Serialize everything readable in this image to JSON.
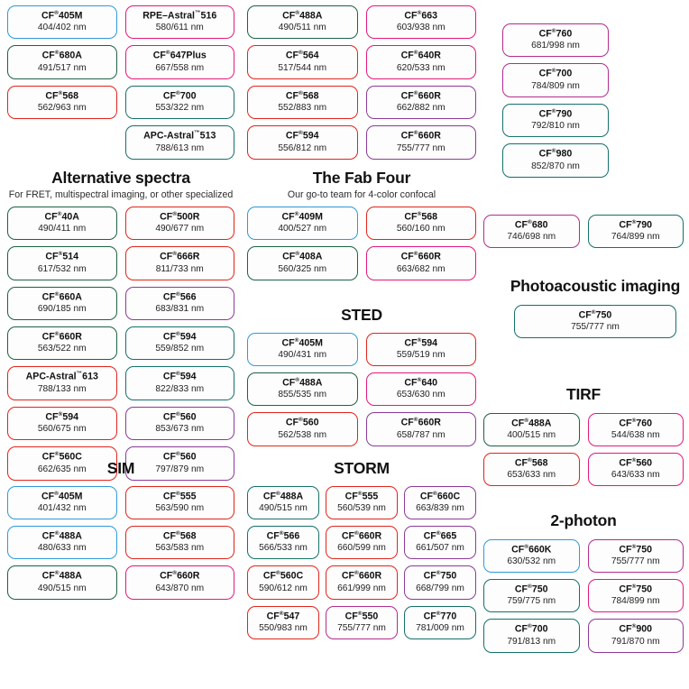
{
  "meta": {
    "registered_mark": "®",
    "unit_suffix": "nm"
  },
  "colors": {
    "blue": "#2f9ad8",
    "green": "#1d6243",
    "teal": "#15706b",
    "red": "#e0251b",
    "pink": "#e4187b",
    "purple": "#8c3a97",
    "magenta": "#b32c8e",
    "text": "#111111",
    "background": "#ffffff"
  },
  "sections": [
    {
      "id": "top-left",
      "title": "",
      "subtitle": "",
      "columns": 2,
      "items": [
        {
          "name": "CF®405M",
          "spectra": "404/402 nm",
          "color": "blue"
        },
        {
          "name": "RPE–Astral™516",
          "spectra": "580/611 nm",
          "color": "pink"
        },
        {
          "name": "CF®680A",
          "spectra": "491/517 nm",
          "color": "green"
        },
        {
          "name": "CF®647Plus",
          "spectra": "667/558 nm",
          "color": "pink"
        },
        {
          "name": "CF®568",
          "spectra": "562/963 nm",
          "color": "red"
        },
        {
          "name": "CF®700",
          "spectra": "553/322 nm",
          "color": "teal"
        },
        {
          "name": "",
          "spectra": "",
          "color": "none"
        },
        {
          "name": "APC-Astral™513",
          "spectra": "788/613 nm",
          "color": "teal"
        }
      ]
    },
    {
      "id": "top-middle",
      "title": "",
      "subtitle": "",
      "columns": 2,
      "items": [
        {
          "name": "CF®488A",
          "spectra": "490/511 nm",
          "color": "green"
        },
        {
          "name": "CF®663",
          "spectra": "603/938 nm",
          "color": "pink"
        },
        {
          "name": "CF®564",
          "spectra": "517/544 nm",
          "color": "red"
        },
        {
          "name": "CF®640R",
          "spectra": "620/533 nm",
          "color": "pink"
        },
        {
          "name": "CF®568",
          "spectra": "552/883 nm",
          "color": "red"
        },
        {
          "name": "CF®660R",
          "spectra": "662/882 nm",
          "color": "purple"
        },
        {
          "name": "CF®594",
          "spectra": "556/812 nm",
          "color": "red"
        },
        {
          "name": "CF®660R",
          "spectra": "755/777 nm",
          "color": "purple"
        }
      ]
    },
    {
      "id": "top-right",
      "title": "",
      "subtitle": "",
      "columns": 1,
      "items": [
        {
          "name": "CF®760",
          "spectra": "681/998 nm",
          "color": "magenta"
        },
        {
          "name": "CF®700",
          "spectra": "784/809 nm",
          "color": "magenta"
        },
        {
          "name": "CF®790",
          "spectra": "792/810 nm",
          "color": "teal"
        },
        {
          "name": "CF®980",
          "spectra": "852/870 nm",
          "color": "teal"
        }
      ]
    },
    {
      "id": "alternative-spectra",
      "title": "Alternative spectra",
      "subtitle": "For FRET, multispectral imaging, or other specialized",
      "columns": 2,
      "items": [
        {
          "name": "CF®40A",
          "spectra": "490/411 nm",
          "color": "green"
        },
        {
          "name": "CF®500R",
          "spectra": "490/677 nm",
          "color": "red"
        },
        {
          "name": "CF®514",
          "spectra": "617/532 nm",
          "color": "green"
        },
        {
          "name": "CF®666R",
          "spectra": "811/733 nm",
          "color": "red"
        },
        {
          "name": "CF®660A",
          "spectra": "690/185 nm",
          "color": "green"
        },
        {
          "name": "CF®566",
          "spectra": "683/831 nm",
          "color": "purple"
        },
        {
          "name": "CF®660R",
          "spectra": "563/522 nm",
          "color": "green"
        },
        {
          "name": "CF®594",
          "spectra": "559/852 nm",
          "color": "teal"
        },
        {
          "name": "APC-Astral™613",
          "spectra": "788/133 nm",
          "color": "red"
        },
        {
          "name": "CF®594",
          "spectra": "822/833 nm",
          "color": "teal"
        },
        {
          "name": "CF®594",
          "spectra": "560/675 nm",
          "color": "red"
        },
        {
          "name": "CF®560",
          "spectra": "853/673 nm",
          "color": "purple"
        },
        {
          "name": "CF®560C",
          "spectra": "662/635 nm",
          "color": "red"
        },
        {
          "name": "CF®560",
          "spectra": "797/879 nm",
          "color": "purple"
        }
      ]
    },
    {
      "id": "the-fab-four",
      "title": "The Fab Four",
      "subtitle": "Our go-to team for 4-color confocal",
      "columns": 2,
      "items": [
        {
          "name": "CF®409M",
          "spectra": "400/527 nm",
          "color": "blue"
        },
        {
          "name": "CF®568",
          "spectra": "560/160 nm",
          "color": "red"
        },
        {
          "name": "CF®408A",
          "spectra": "560/325 nm",
          "color": "green"
        },
        {
          "name": "CF®660R",
          "spectra": "663/682 nm",
          "color": "pink"
        }
      ]
    },
    {
      "id": "sted",
      "title": "STED",
      "subtitle": "",
      "columns": 2,
      "items": [
        {
          "name": "CF®405M",
          "spectra": "490/431 nm",
          "color": "blue"
        },
        {
          "name": "CF®594",
          "spectra": "559/519 nm",
          "color": "red"
        },
        {
          "name": "CF®488A",
          "spectra": "855/535 nm",
          "color": "green"
        },
        {
          "name": "CF®640",
          "spectra": "653/630 nm",
          "color": "pink"
        },
        {
          "name": "CF®560",
          "spectra": "562/538 nm",
          "color": "red"
        },
        {
          "name": "CF®660R",
          "spectra": "658/787 nm",
          "color": "purple"
        }
      ]
    },
    {
      "id": "sim",
      "title": "SIM",
      "subtitle": "",
      "columns": 2,
      "items": [
        {
          "name": "CF®405M",
          "spectra": "401/432 nm",
          "color": "blue"
        },
        {
          "name": "CF®555",
          "spectra": "563/590 nm",
          "color": "red"
        },
        {
          "name": "CF®488A",
          "spectra": "480/633 nm",
          "color": "blue"
        },
        {
          "name": "CF®568",
          "spectra": "563/583 nm",
          "color": "red"
        },
        {
          "name": "CF®488A",
          "spectra": "490/515 nm",
          "color": "green"
        },
        {
          "name": "CF®660R",
          "spectra": "643/870 nm",
          "color": "pink"
        }
      ]
    },
    {
      "id": "storm",
      "title": "STORM",
      "subtitle": "",
      "columns": 3,
      "items": [
        {
          "name": "CF®488A",
          "spectra": "490/515 nm",
          "color": "teal"
        },
        {
          "name": "CF®555",
          "spectra": "560/539 nm",
          "color": "red"
        },
        {
          "name": "CF®660C",
          "spectra": "663/839 nm",
          "color": "purple"
        },
        {
          "name": "CF®566",
          "spectra": "566/533 nm",
          "color": "teal"
        },
        {
          "name": "CF®660R",
          "spectra": "660/599 nm",
          "color": "red"
        },
        {
          "name": "CF®665",
          "spectra": "661/507 nm",
          "color": "purple"
        },
        {
          "name": "CF®560C",
          "spectra": "590/612 nm",
          "color": "red"
        },
        {
          "name": "CF®660R",
          "spectra": "661/999 nm",
          "color": "red"
        },
        {
          "name": "CF®750",
          "spectra": "668/799 nm",
          "color": "purple"
        },
        {
          "name": "CF®547",
          "spectra": "550/983 nm",
          "color": "red"
        },
        {
          "name": "CF®550",
          "spectra": "755/777 nm",
          "color": "magenta"
        },
        {
          "name": "CF®770",
          "spectra": "781/009 nm",
          "color": "teal"
        }
      ]
    },
    {
      "id": "right-pair",
      "title": "",
      "subtitle": "",
      "columns": 2,
      "items": [
        {
          "name": "CF®680",
          "spectra": "746/698 nm",
          "color": "magenta"
        },
        {
          "name": "CF®790",
          "spectra": "764/899 nm",
          "color": "teal"
        }
      ]
    },
    {
      "id": "photoacoustic-imaging",
      "title": "Photoacoustic imaging",
      "subtitle": "",
      "columns": 1,
      "items": [
        {
          "name": "CF®750",
          "spectra": "755/777 nm",
          "color": "teal"
        }
      ]
    },
    {
      "id": "tirf",
      "title": "TIRF",
      "subtitle": "",
      "columns": 2,
      "items": [
        {
          "name": "CF®488A",
          "spectra": "400/515 nm",
          "color": "green"
        },
        {
          "name": "CF®760",
          "spectra": "544/638 nm",
          "color": "pink"
        },
        {
          "name": "CF®568",
          "spectra": "653/633 nm",
          "color": "red"
        },
        {
          "name": "CF®560",
          "spectra": "643/633 nm",
          "color": "pink"
        }
      ]
    },
    {
      "id": "two-photon",
      "title": "2-photon",
      "subtitle": "",
      "columns": 2,
      "items": [
        {
          "name": "CF®660K",
          "spectra": "630/532 nm",
          "color": "blue"
        },
        {
          "name": "CF®750",
          "spectra": "755/777 nm",
          "color": "magenta"
        },
        {
          "name": "CF®750",
          "spectra": "759/775 nm",
          "color": "teal"
        },
        {
          "name": "CF®750",
          "spectra": "784/899 nm",
          "color": "pink"
        },
        {
          "name": "CF®700",
          "spectra": "791/813 nm",
          "color": "teal"
        },
        {
          "name": "CF®900",
          "spectra": "791/870 nm",
          "color": "purple"
        }
      ]
    }
  ]
}
